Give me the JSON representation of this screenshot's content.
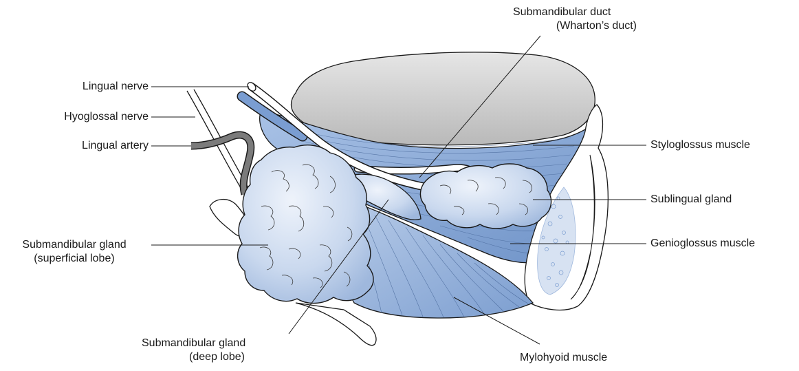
{
  "labels": {
    "lingual_nerve": "Lingual nerve",
    "hypoglossal_nerve": "Hyoglossal nerve",
    "lingual_artery": "Lingual artery",
    "submandibular_gland_superficial": [
      "Submandibular gland",
      "(superficial lobe)"
    ],
    "submandibular_gland_deep": [
      "Submandibular gland",
      "(deep lobe)"
    ],
    "submandibular_duct": [
      "Submandibular duct",
      "(Wharton’s duct)"
    ],
    "styloglossus_muscle": "Styloglossus muscle",
    "sublingual_gland": "Sublingual gland",
    "genioglossus_muscle": "Genioglossus muscle",
    "mylohyoid_muscle": "Mylohyoid muscle"
  },
  "colors": {
    "tongue": "#cfcfcf",
    "muscle": "#8fb0dc",
    "gland": "#c9d8ee",
    "outline": "#1a1a1a",
    "artery": "#7b7b7b",
    "bone": "#ffffff"
  }
}
